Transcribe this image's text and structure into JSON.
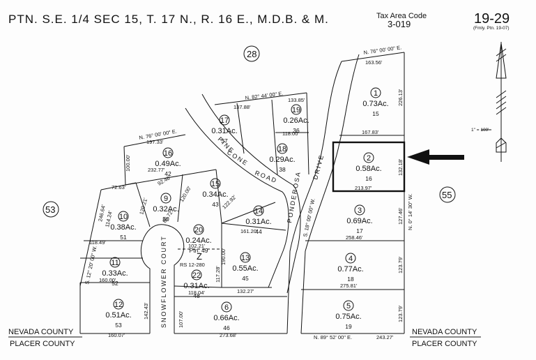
{
  "header": {
    "title": "PTN. S.E. 1/4 SEC 15, T. 17 N., R. 16 E., M.D.B. & M.",
    "tax_area_label": "Tax Area Code",
    "tax_area_code": "3-019",
    "map_number": "19-29",
    "former_part": "(Fmly. Ptn. 19-07)"
  },
  "scale": "1\" = 100'",
  "adjoining_pages": {
    "north": "28",
    "west": "53",
    "east": "55"
  },
  "roads": {
    "pine_cone_road": [
      "PINE",
      "CONE",
      "ROAD"
    ],
    "ponderosa_drive": [
      "PONDEROSA",
      "DRIVE"
    ],
    "snowflower_court": "SNOWFLOWER COURT"
  },
  "counties": {
    "north": "NEVADA COUNTY",
    "south": "PLACER COUNTY"
  },
  "record_of_survey": "RS 12-280",
  "parcels": [
    {
      "no": "1",
      "acres": "0.73Ac.",
      "lot": "15"
    },
    {
      "no": "2",
      "acres": "0.58Ac.",
      "lot": "16"
    },
    {
      "no": "3",
      "acres": "0.69Ac.",
      "lot": "17"
    },
    {
      "no": "4",
      "acres": "0.77Ac.",
      "lot": "18"
    },
    {
      "no": "5",
      "acres": "0.75Ac.",
      "lot": "19"
    },
    {
      "no": "6",
      "acres": "0.66Ac.",
      "lot": "46"
    },
    {
      "no": "9",
      "acres": "0.32Ac.",
      "lot": "50"
    },
    {
      "no": "10",
      "acres": "0.38Ac.",
      "lot": "51"
    },
    {
      "no": "11",
      "acres": "0.33Ac.",
      "lot": "52"
    },
    {
      "no": "12",
      "acres": "0.51Ac.",
      "lot": "53"
    },
    {
      "no": "13",
      "acres": "0.55Ac.",
      "lot": "45"
    },
    {
      "no": "14",
      "acres": "0.31Ac.",
      "lot": "44"
    },
    {
      "no": "15",
      "acres": "0.34Ac.",
      "lot": "43"
    },
    {
      "no": "16",
      "acres": "0.49Ac.",
      "lot": "42"
    },
    {
      "no": "17",
      "acres": "0.31Ac.",
      "lot": "37"
    },
    {
      "no": "18",
      "acres": "0.29Ac.",
      "lot": "38"
    },
    {
      "no": "19",
      "acres": "0.26Ac.",
      "lot": "36"
    },
    {
      "no": "20",
      "acres": "0.24Ac.",
      "lot": "Ptn. 49"
    },
    {
      "no": "22",
      "acres": "0.31Ac.",
      "lot": "48"
    }
  ],
  "bearings": {
    "b1": "N. 76° 00' 00\" E.",
    "b2": "N. 82° 44' 00\" E.",
    "b3": "N. 76° 00' 00\" E.",
    "b4": "N. 0° 14' 30\" W.",
    "b5": "N. 89° 52' 00\" E.",
    "b6": "S. 18° 00' 00\" W.",
    "b7": "S. 12° 20' 00\" W."
  },
  "distances": {
    "d163": "163.56'",
    "d226": "226.13'",
    "d167": "167.83'",
    "d132": "132.18'",
    "d213": "213.97'",
    "d127": "127.46'",
    "d258": "258.46'",
    "d123a": "123.79'",
    "d275": "275.81'",
    "d123b": "123.79'",
    "d243": "243.27'",
    "d137": "137.88'",
    "d133": "133.85'",
    "d118a": "118.00'",
    "d197": "197.33'",
    "d100": "100.00'",
    "d232": "232.77'",
    "d72": "72.63'",
    "d246": "246.64'",
    "d114": "114.24'",
    "d120a": "120.21'",
    "d92": "92.46'",
    "d120b": "120.00'",
    "d122": "122.92'",
    "d85": "85.72'",
    "d161": "161.20'",
    "d102": "102.21'",
    "d190": "190.00'",
    "d117": "117.28'",
    "d132b": "132.27'",
    "d118b": "118.04'",
    "d118c": "118.49'",
    "d160a": "160.00'",
    "d142": "142.43'",
    "d107": "107.00'",
    "d273": "273.68'",
    "d160b": "160.07'"
  }
}
